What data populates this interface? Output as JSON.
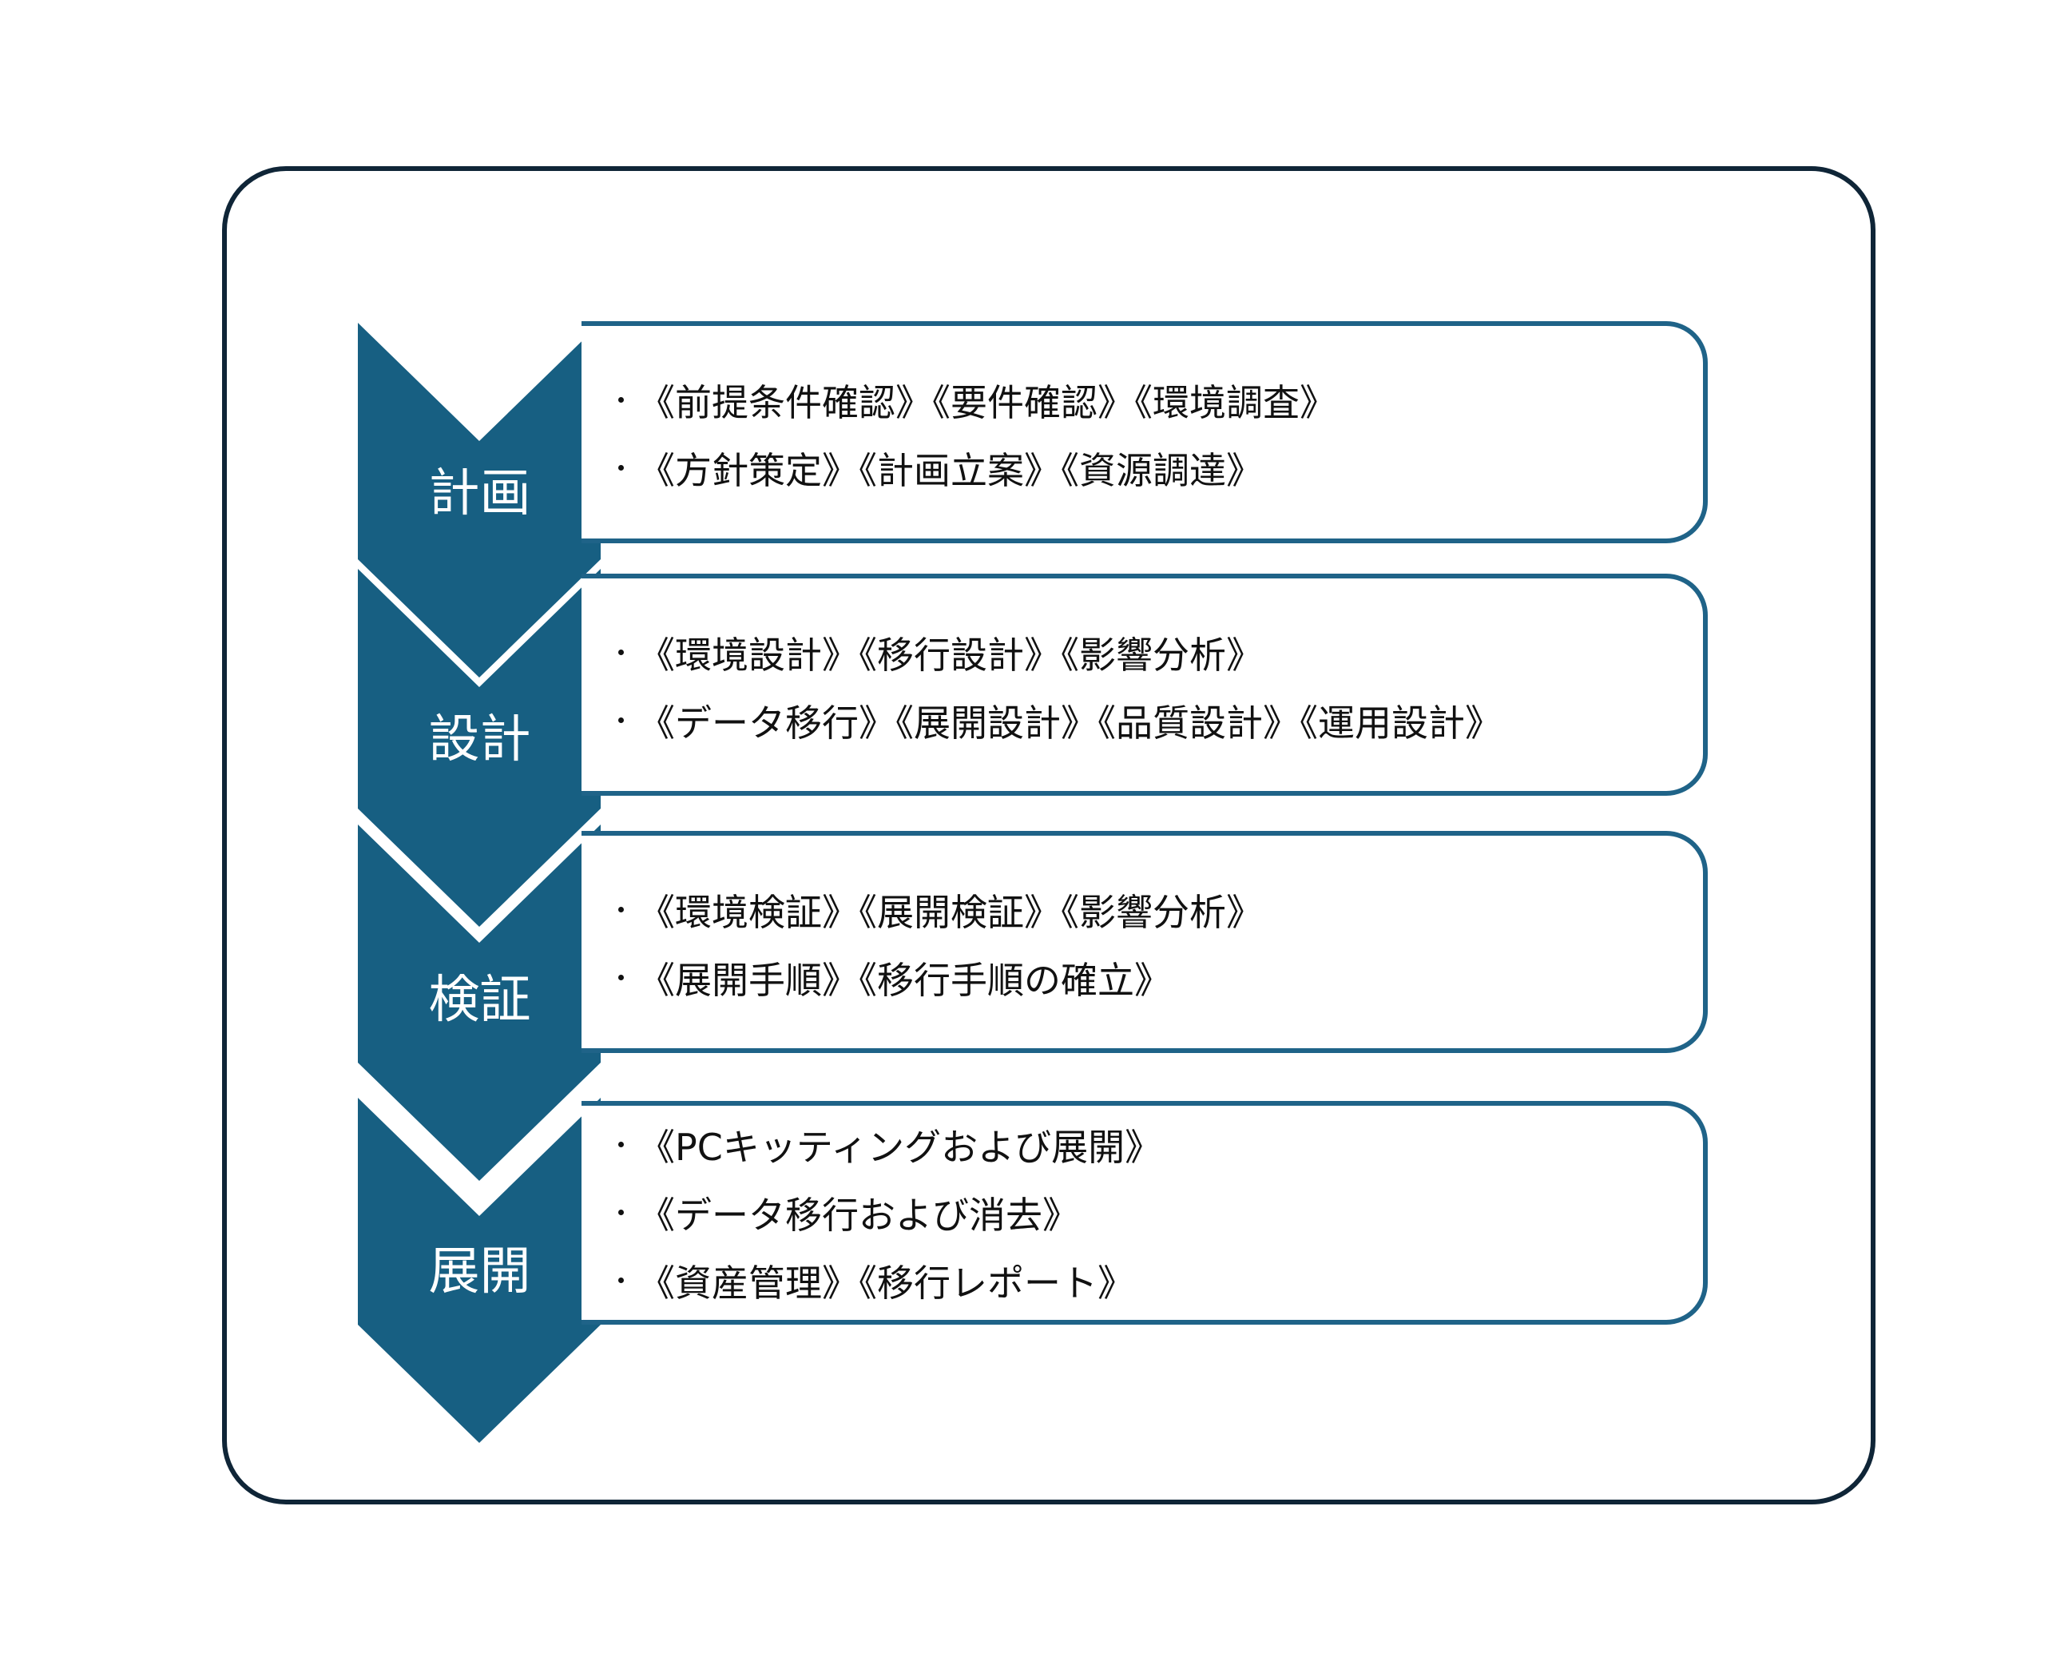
{
  "colors": {
    "chevron_fill": "#175f82",
    "box_border": "#1f6388",
    "frame_border": "#0f2537",
    "label_text": "#ffffff",
    "task_text": "#111111"
  },
  "phases": [
    {
      "label": "計画",
      "tasks": [
        "《前提条件確認》《要件確認》《環境調査》",
        "《方針策定》《計画立案》《資源調達》"
      ]
    },
    {
      "label": "設計",
      "tasks": [
        "《環境設計》《移行設計》《影響分析》",
        "《データ移行》《展開設計》《品質設計》《運用設計》"
      ]
    },
    {
      "label": "検証",
      "tasks": [
        "《環境検証》《展開検証》《影響分析》",
        "《展開手順》《移行手順の確立》"
      ]
    },
    {
      "label": "展開",
      "tasks": [
        "《PCキッティングおよび展開》",
        "《データ移行および消去》",
        "《資産管理》《移行レポート》"
      ]
    }
  ]
}
